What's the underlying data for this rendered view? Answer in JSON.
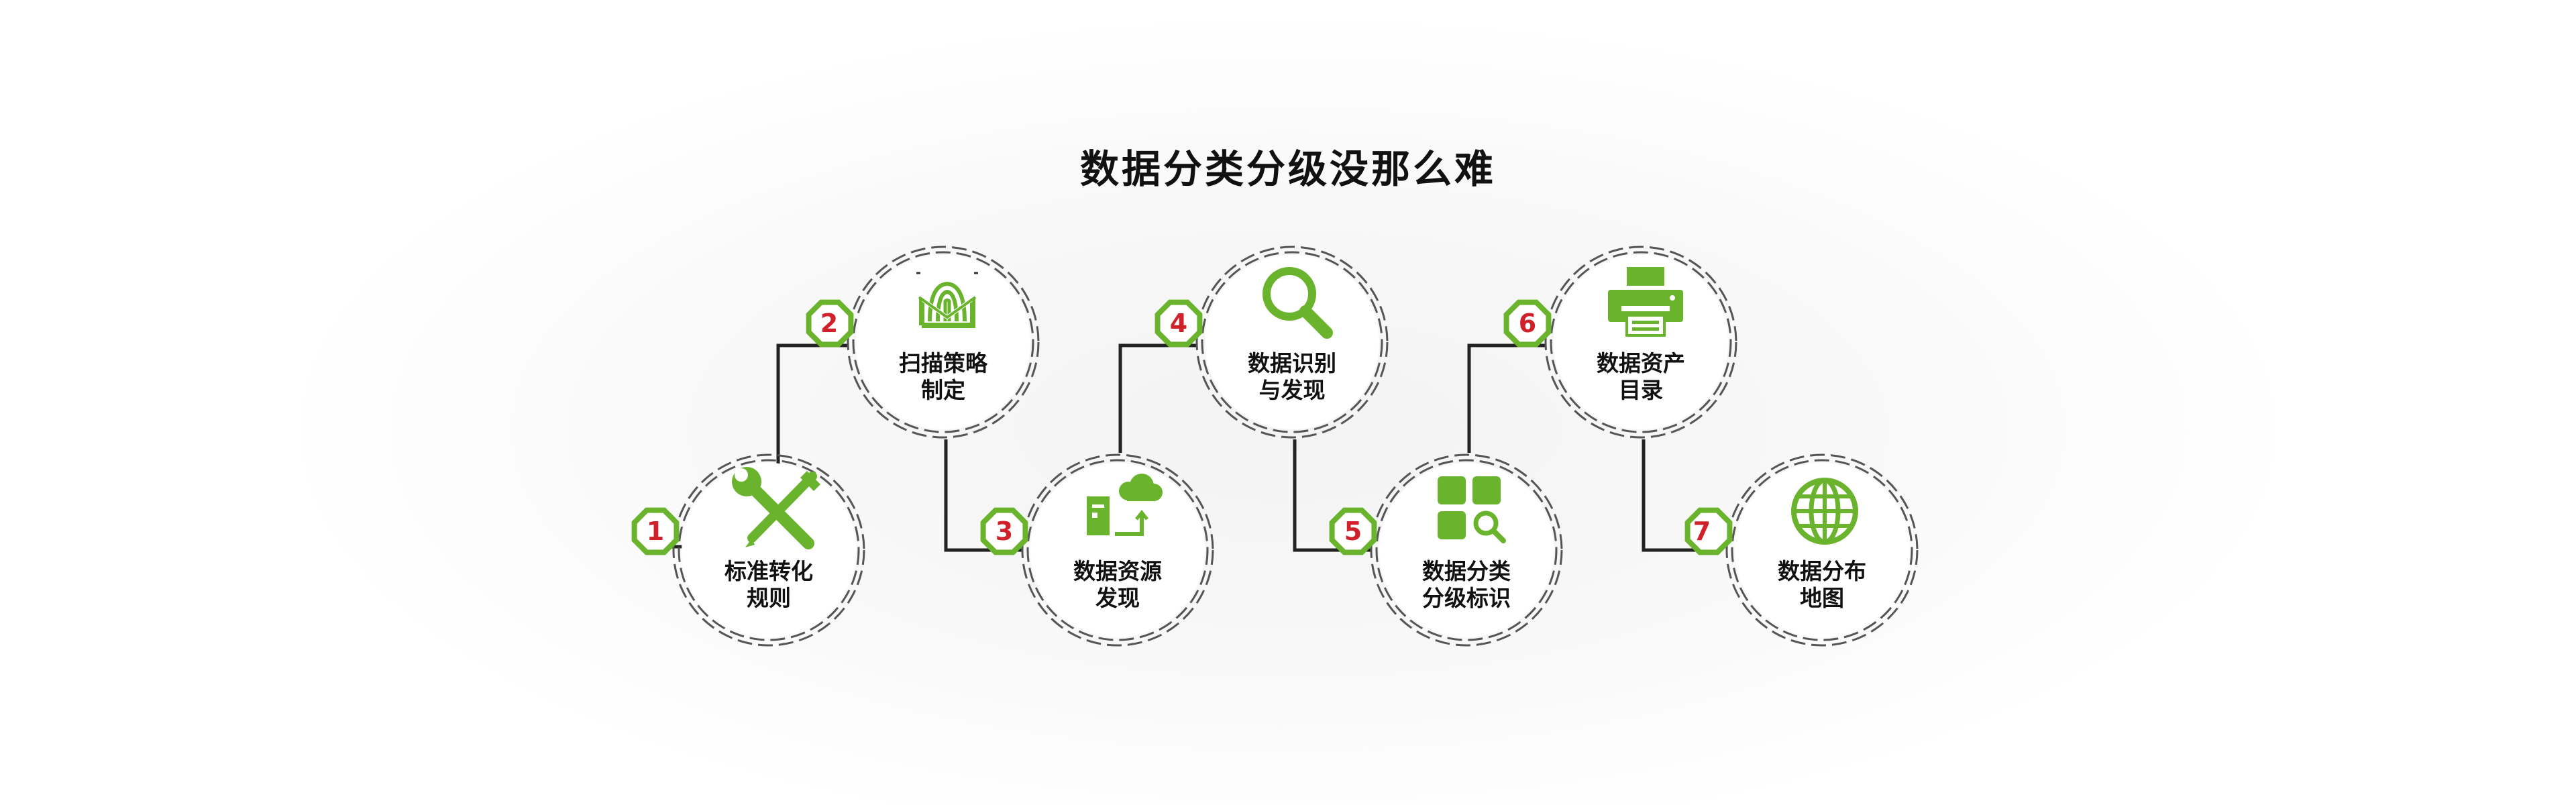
{
  "title": "数据分类分级没那么难",
  "colors": {
    "accent": "#6ab42d",
    "number": "#d0212b",
    "connector": "#222222",
    "ring": "#555555"
  },
  "steps": [
    {
      "number": "1",
      "line1": "标准转化",
      "line2": "规则",
      "icon": "tools-icon"
    },
    {
      "number": "2",
      "line1": "扫描策略",
      "line2": "制定",
      "icon": "fingerprint-icon"
    },
    {
      "number": "3",
      "line1": "数据资源",
      "line2": "发现",
      "icon": "server-cloud-icon"
    },
    {
      "number": "4",
      "line1": "数据识别",
      "line2": "与发现",
      "icon": "magnifier-icon"
    },
    {
      "number": "5",
      "line1": "数据分类",
      "line2": "分级标识",
      "icon": "grid-search-icon"
    },
    {
      "number": "6",
      "line1": "数据资产",
      "line2": "目录",
      "icon": "printer-icon"
    },
    {
      "number": "7",
      "line1": "数据分布",
      "line2": "地图",
      "icon": "globe-icon"
    }
  ]
}
